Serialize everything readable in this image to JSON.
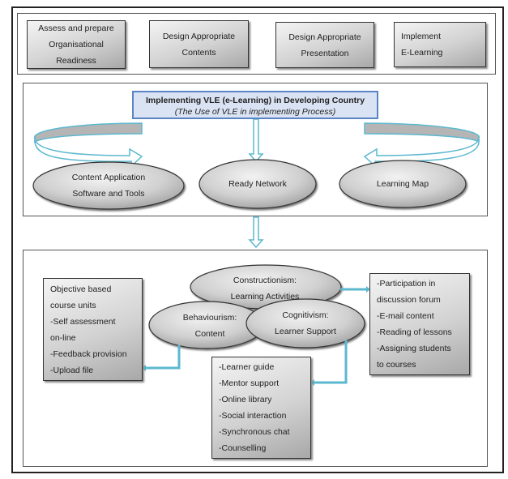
{
  "colors": {
    "arrow": "#5bb8cf",
    "title_fill": "#dae3f3",
    "title_border": "#5b84c4",
    "box_fill": "#c8c8c8"
  },
  "top_steps": [
    {
      "lines": [
        "Assess and prepare",
        "Organisational",
        "Readiness"
      ]
    },
    {
      "lines": [
        "Design Appropriate",
        "Contents"
      ]
    },
    {
      "lines": [
        "Design Appropriate",
        "Presentation"
      ]
    },
    {
      "lines": [
        "Implement",
        "E-Learning"
      ]
    }
  ],
  "middle": {
    "title": "Implementing VLE (e-Learning) in Developing Country",
    "subtitle": "(The Use of VLE in implementing Process)",
    "ovals": [
      {
        "lines": [
          "Content Application",
          "Software and Tools"
        ]
      },
      {
        "lines": [
          "Ready Network"
        ]
      },
      {
        "lines": [
          "Learning Map"
        ]
      }
    ]
  },
  "bottom": {
    "ovals": [
      {
        "lines": [
          "Constructionism:",
          "Learning Activities"
        ]
      },
      {
        "lines": [
          "Behaviourism:",
          "Content"
        ]
      },
      {
        "lines": [
          "Cognitivism:",
          "Learner Support"
        ]
      }
    ],
    "left_list": [
      "Objective based",
      "course units",
      "-Self assessment",
      "on-line",
      "-Feedback provision",
      "-Upload file"
    ],
    "center_list": [
      "-Learner guide",
      "-Mentor support",
      "-Online library",
      "-Social interaction",
      "-Synchronous chat",
      "-Counselling"
    ],
    "right_list": [
      "-Participation in",
      "discussion forum",
      "-E-mail content",
      "-Reading of lessons",
      "-Assigning students",
      "to courses"
    ]
  }
}
